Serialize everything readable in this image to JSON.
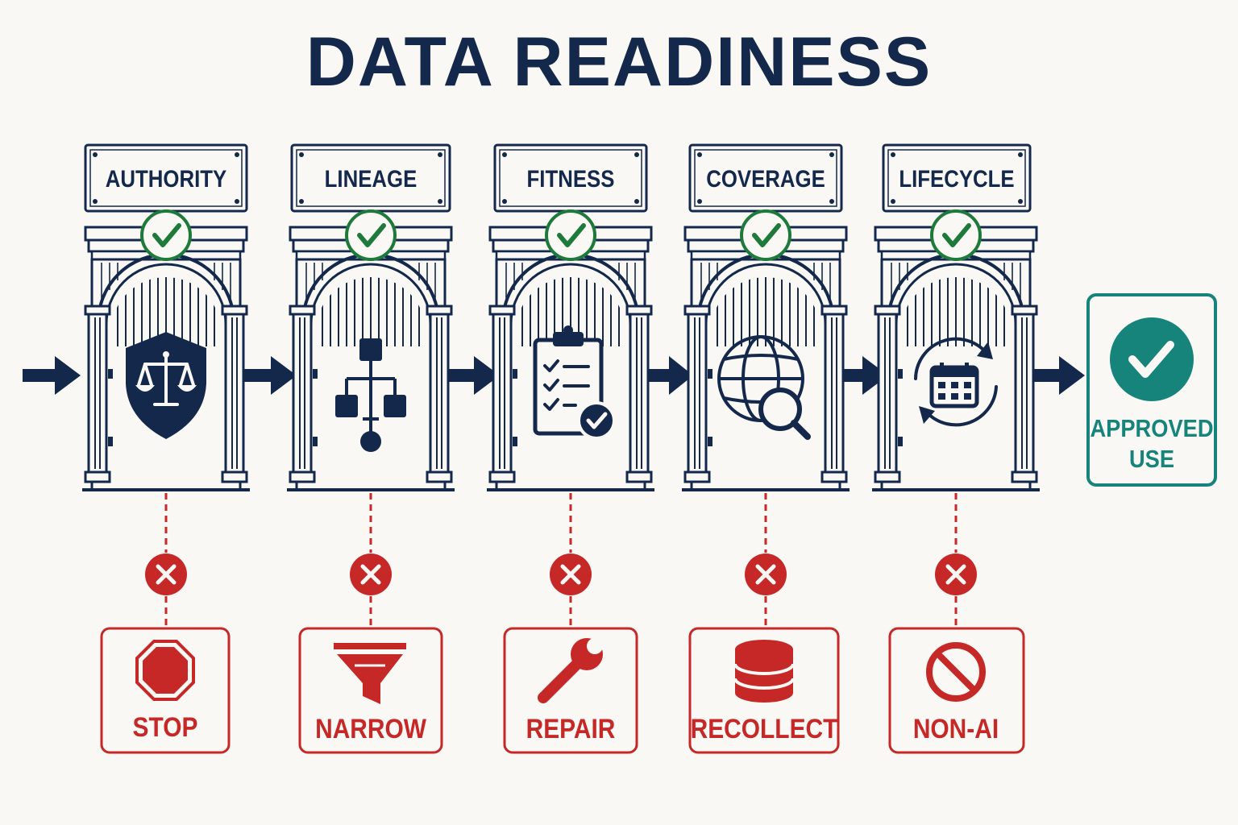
{
  "title": "DATA READINESS",
  "gates": [
    {
      "label": "AUTHORITY",
      "icon": "shield-scales-icon",
      "failure": {
        "label": "STOP",
        "icon": "stop-sign-icon"
      }
    },
    {
      "label": "LINEAGE",
      "icon": "hierarchy-icon",
      "failure": {
        "label": "NARROW",
        "icon": "funnel-icon"
      }
    },
    {
      "label": "FITNESS",
      "icon": "clipboard-checklist-icon",
      "failure": {
        "label": "REPAIR",
        "icon": "wrench-icon"
      }
    },
    {
      "label": "COVERAGE",
      "icon": "globe-search-icon",
      "failure": {
        "label": "RECOLLECT",
        "icon": "database-icon"
      }
    },
    {
      "label": "LIFECYCLE",
      "icon": "calendar-cycle-icon",
      "failure": {
        "label": "NON-AI",
        "icon": "prohibited-icon"
      }
    }
  ],
  "outcome": {
    "line1": "APPROVED",
    "line2": "USE",
    "icon": "check-circle-icon"
  },
  "colors": {
    "navy": "#13284b",
    "pass": "#1e7a3a",
    "fail": "#c62828",
    "approved": "#16847a",
    "background": "#f9f8f4"
  }
}
